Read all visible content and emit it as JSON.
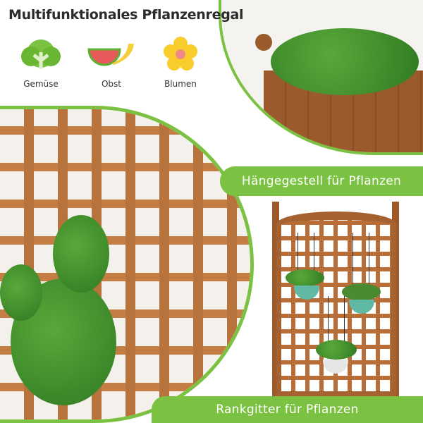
{
  "title": "Multifunktionales Pflanzenregal",
  "categories": [
    {
      "label": "Gemüse",
      "icon": "lettuce-icon"
    },
    {
      "label": "Obst",
      "icon": "watermelon-banana-icon"
    },
    {
      "label": "Blumen",
      "icon": "flower-icon"
    }
  ],
  "banners": {
    "hanging": "Hängegestell für Pflanzen",
    "trellis": "Rankgitter für Pflanzen"
  },
  "colors": {
    "accent": "#7cc242",
    "wood": "#b8733c"
  }
}
